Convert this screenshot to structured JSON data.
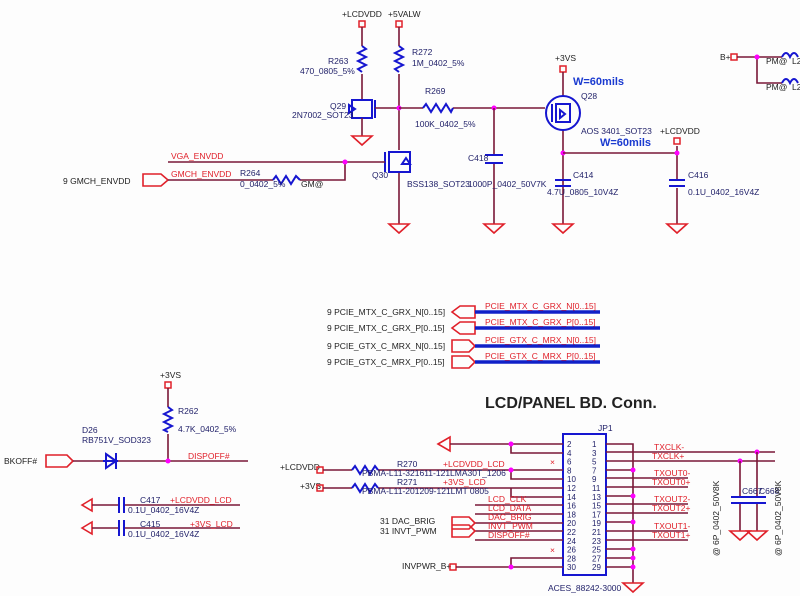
{
  "power": {
    "lcdvdd": "+LCDVDD",
    "five_valw": "+5VALW",
    "three_vs": "+3VS",
    "b_plus": "B+"
  },
  "parts": {
    "r263": {
      "ref": "R263",
      "value": "470_0805_5%"
    },
    "r272": {
      "ref": "R272",
      "value": "1M_0402_5%"
    },
    "r269": {
      "ref": "R269",
      "value": "100K_0402_5%"
    },
    "r264": {
      "ref": "R264",
      "value": "0_0402_5%",
      "option": "GM@"
    },
    "q29": {
      "ref": "Q29",
      "value": "2N7002_SOT23"
    },
    "q30": {
      "ref": "Q30",
      "value": "BSS138_SOT23"
    },
    "q28": {
      "ref": "Q28",
      "value": "AOS 3401_SOT23"
    },
    "c418": {
      "ref": "C418",
      "value": "1000P_0402_50V7K"
    },
    "c414": {
      "ref": "C414",
      "value": "4.7U_0805_10V4Z"
    },
    "c416": {
      "ref": "C416",
      "value": "0.1U_0402_16V4Z"
    },
    "r262": {
      "ref": "R262",
      "value": "4.7K_0402_5%"
    },
    "d26": {
      "ref": "D26",
      "value": "RB751V_SOD323"
    },
    "c417": {
      "ref": "C417",
      "value": "0.1U_0402_16V4Z"
    },
    "c415": {
      "ref": "C415",
      "value": "0.1U_0402_16V4Z"
    },
    "r270": {
      "ref": "R270",
      "value": "PBMA-L11-321611-121LMA30T_1206"
    },
    "r271": {
      "ref": "R271",
      "value": "PBMA-L11-201209-121LMT 0805"
    },
    "jp1": {
      "ref": "JP1",
      "value": "ACES_88242-3000"
    },
    "c667": {
      "ref": "C667",
      "value": "@ 6P_0402_50V8K"
    },
    "c668": {
      "ref": "C668",
      "value": "@ 6P_0402_50V8K"
    },
    "pm": "PM@",
    "l2": "L2"
  },
  "annotations": {
    "width1": "W=60mils",
    "width2": "W=60mils"
  },
  "nets": {
    "vga_envdd": "VGA_ENVDD",
    "gmch_envdd": "GMCH_ENVDD",
    "gmch_envdd_port": "9  GMCH_ENVDD",
    "bkoff": "BKOFF#",
    "dispoff": "DISPOFF#",
    "lcdvdd_lcd": "+LCDVDD_LCD",
    "three_vs_lcd": "+3VS_LCD",
    "lcd_clk": "LCD_CLK",
    "lcd_data": "LCD_DATA",
    "dac_brig": "DAC_BRIG",
    "invt_pwm": "INVT_PWM",
    "dac_brig_port": "31    DAC_BRIG",
    "invt_pwm_port": "31    INVT_PWM",
    "invpwr": "INVPWR_B+",
    "txclk_m": "TXCLK-",
    "txclk_p": "TXCLK+",
    "txout0_m": "TXOUT0-",
    "txout0_p": "TXOUT0+",
    "txout2_m": "TXOUT2-",
    "txout2_p": "TXOUT2+",
    "txout1_m": "TXOUT1-",
    "txout1_p": "TXOUT1+"
  },
  "pcie": [
    {
      "port": "9  PCIE_MTX_C_GRX_N[0..15]",
      "net": "PCIE_MTX_C_GRX_N[0..15]"
    },
    {
      "port": "9  PCIE_MTX_C_GRX_P[0..15]",
      "net": "PCIE_MTX_C_GRX_P[0..15]"
    },
    {
      "port": "9  PCIE_GTX_C_MRX_N[0..15]",
      "net": "PCIE_GTX_C_MRX_N[0..15]"
    },
    {
      "port": "9  PCIE_GTX_C_MRX_P[0..15]",
      "net": "PCIE_GTX_C_MRX_P[0..15]"
    }
  ],
  "section_title": "LCD/PANEL BD. Conn.",
  "connector": {
    "left_pins": [
      "2",
      "4",
      "6",
      "8",
      "10",
      "12",
      "14",
      "16",
      "18",
      "20",
      "22",
      "24",
      "26",
      "28",
      "30"
    ],
    "right_pins": [
      "1",
      "3",
      "5",
      "7",
      "9",
      "11",
      "13",
      "15",
      "17",
      "19",
      "21",
      "23",
      "25",
      "27",
      "29"
    ]
  },
  "colors": {
    "wire": "#7a1838",
    "net_label": "#e0202a",
    "component": "#1616d0",
    "junction": "#ff00ff"
  }
}
